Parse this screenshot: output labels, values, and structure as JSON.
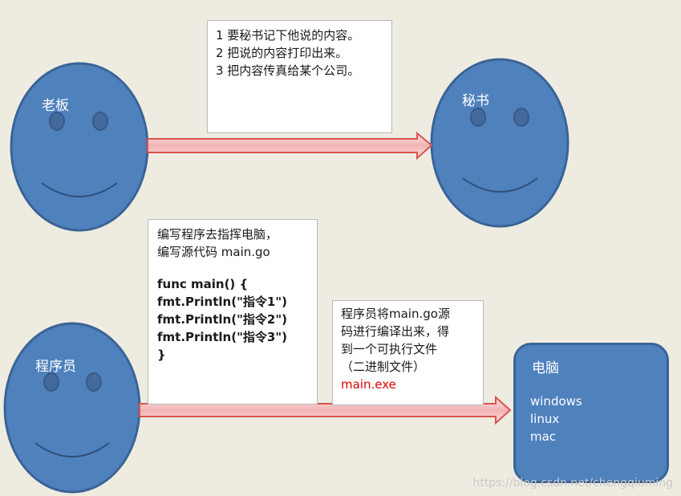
{
  "people": {
    "boss": "老板",
    "secretary": "秘书",
    "programmer": "程序员"
  },
  "boss_note": {
    "lines": [
      "1 要秘书记下他说的内容。",
      "2 把说的内容打印出来。",
      "3 把内容传真给某个公司。"
    ]
  },
  "program_note": {
    "intro": [
      "编写程序去指挥电脑，",
      "编写源代码 main.go"
    ],
    "code": [
      "func  main() {",
      "fmt.Println(\"指令1\")",
      "fmt.Println(\"指令2\")",
      "fmt.Println(\"指令3\")",
      "}"
    ]
  },
  "compile_note": {
    "lines": [
      "程序员将main.go源",
      "码进行编译出来，得",
      "到一个可执行文件",
      "（二进制文件）"
    ],
    "exe": "main.exe"
  },
  "computer": {
    "title": "电脑",
    "os": [
      "windows",
      "linux",
      "mac"
    ]
  },
  "watermark": "https://blog.csdn.net/chengqiuming",
  "colors": {
    "face_fill": "#4f81bd",
    "face_stroke": "#3a6496",
    "arrow_fill": "#f6c6c6",
    "arrow_stroke": "#d9534f",
    "exe_text": "#e00000"
  }
}
